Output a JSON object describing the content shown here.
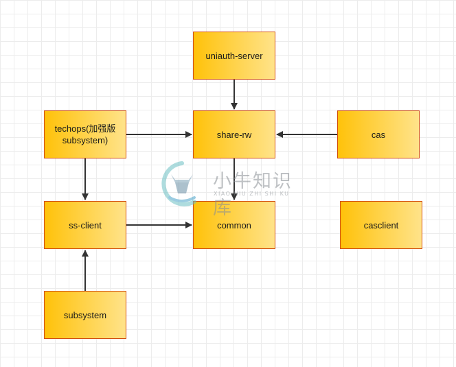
{
  "nodes": {
    "uniauth_server": "uniauth-server",
    "techops": "techops(加强版subsystem)",
    "share_rw": "share-rw",
    "cas": "cas",
    "ss_client": "ss-client",
    "common": "common",
    "casclient": "casclient",
    "subsystem": "subsystem"
  },
  "edges": [
    {
      "from": "uniauth-server",
      "to": "share-rw"
    },
    {
      "from": "techops(加强版subsystem)",
      "to": "share-rw"
    },
    {
      "from": "cas",
      "to": "share-rw"
    },
    {
      "from": "techops(加强版subsystem)",
      "to": "ss-client"
    },
    {
      "from": "share-rw",
      "to": "common"
    },
    {
      "from": "ss-client",
      "to": "common"
    },
    {
      "from": "subsystem",
      "to": "ss-client"
    }
  ],
  "watermark": {
    "text_cn": "小牛知识库",
    "text_pinyin": "XIAO NIU ZHI SHI KU"
  },
  "colors": {
    "node_fill_start": "#ffc20a",
    "node_fill_end": "#ffe38a",
    "node_border": "#d24e0e",
    "arrow": "#333333",
    "grid": "#ececec"
  }
}
